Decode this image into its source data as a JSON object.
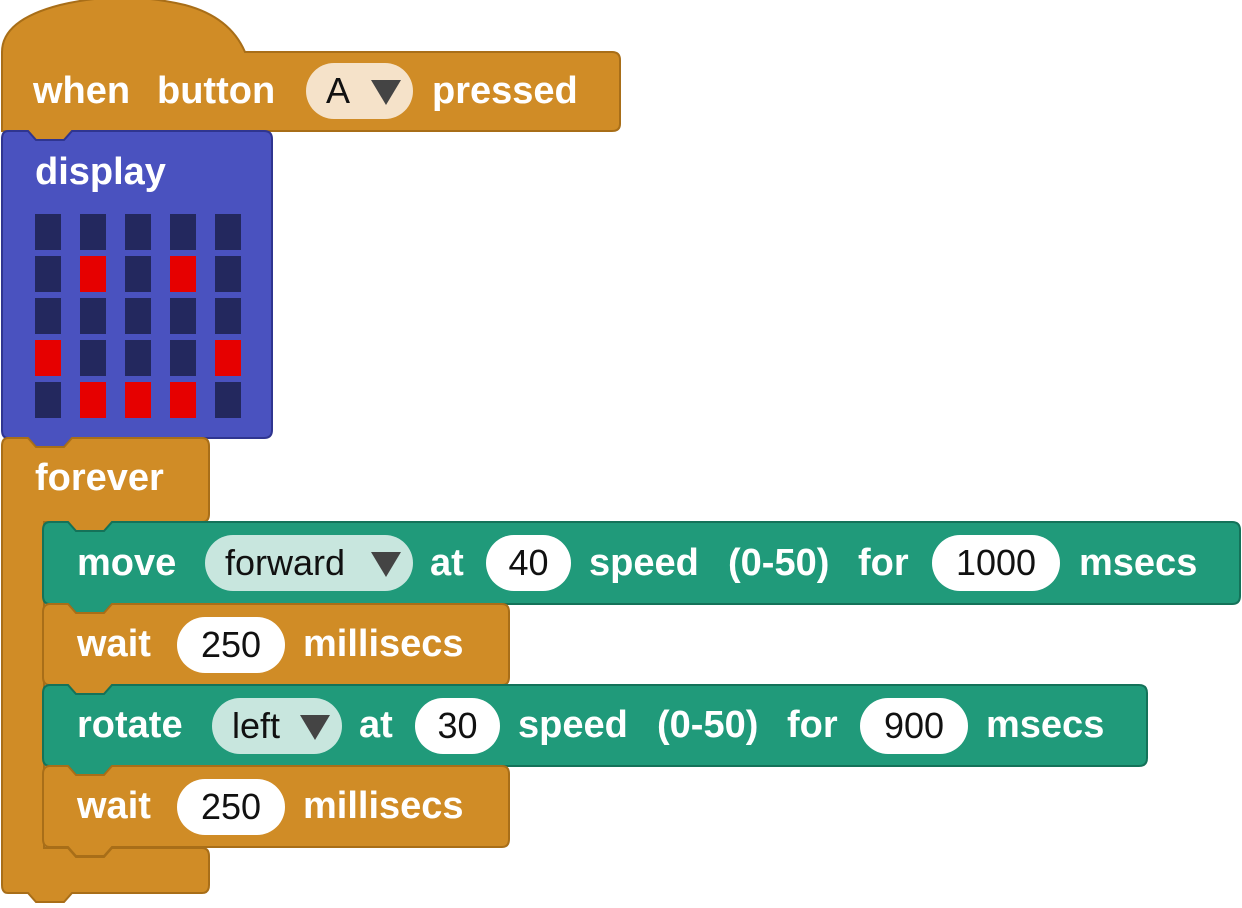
{
  "colors": {
    "event_block": "#D08C26",
    "control_block": "#D08C26",
    "display_block": "#4A52BF",
    "motion_block": "#209A7A",
    "led_off": "#23285E",
    "led_on": "#E60000",
    "event_dropdown_bg": "#F5E2C9",
    "motion_dropdown_bg": "#C8E6DE"
  },
  "event_block": {
    "when": "when",
    "button": "button",
    "button_value": "A",
    "pressed": "pressed"
  },
  "display_block": {
    "label": "display",
    "led_grid": [
      [
        0,
        0,
        0,
        0,
        0
      ],
      [
        0,
        1,
        0,
        1,
        0
      ],
      [
        0,
        0,
        0,
        0,
        0
      ],
      [
        1,
        0,
        0,
        0,
        1
      ],
      [
        0,
        1,
        1,
        1,
        0
      ]
    ]
  },
  "forever_block": {
    "label": "forever"
  },
  "move_block": {
    "move": "move",
    "direction": "forward",
    "at": "at",
    "speed": "40",
    "speed_label": "speed",
    "speed_range": "(0-50)",
    "for": "for",
    "duration": "1000",
    "unit": "msecs"
  },
  "wait_block_1": {
    "wait": "wait",
    "value": "250",
    "unit": "millisecs"
  },
  "rotate_block": {
    "rotate": "rotate",
    "direction": "left",
    "at": "at",
    "speed": "30",
    "speed_label": "speed",
    "speed_range": "(0-50)",
    "for": "for",
    "duration": "900",
    "unit": "msecs"
  },
  "wait_block_2": {
    "wait": "wait",
    "value": "250",
    "unit": "millisecs"
  }
}
